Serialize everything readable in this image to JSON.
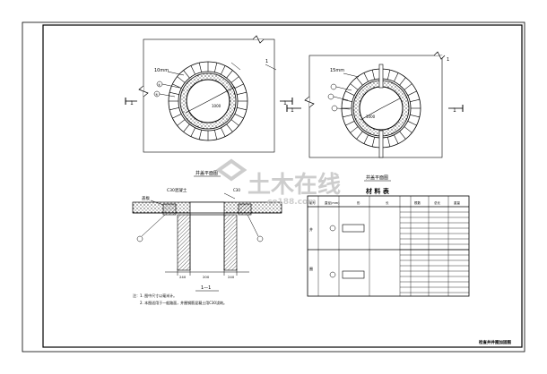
{
  "watermark": {
    "cn": "土木在线",
    "en": "co188.com"
  },
  "plan_left": {
    "callout_10mm": "10mm",
    "section_marks": [
      "1",
      "1"
    ],
    "ref_a": "④",
    "ref_b": "⑤"
  },
  "plan_right": {
    "callout_15mm": "15mm",
    "section_marks": [
      "1",
      "1"
    ]
  },
  "caption_left": "井盖平面图",
  "caption_right": "井盖平面图",
  "section": {
    "label_top": "盖板",
    "label_sub": "C30混凝土",
    "dims": [
      "240",
      "200",
      "240"
    ],
    "title": "1—1"
  },
  "table": {
    "title": "材 料 表",
    "headers": [
      "编号",
      "直径(mm)",
      "形",
      "长",
      "根数",
      "总长",
      "重量"
    ],
    "group_labels": [
      "井",
      "圈"
    ]
  },
  "notes": {
    "line1": "注：1. 图中尺寸以毫米计。",
    "line2": "2. 本图适用于一般路面，井圈钢筋混凝土用C30浇筑。"
  },
  "title_block": "检查井井圈加固图"
}
